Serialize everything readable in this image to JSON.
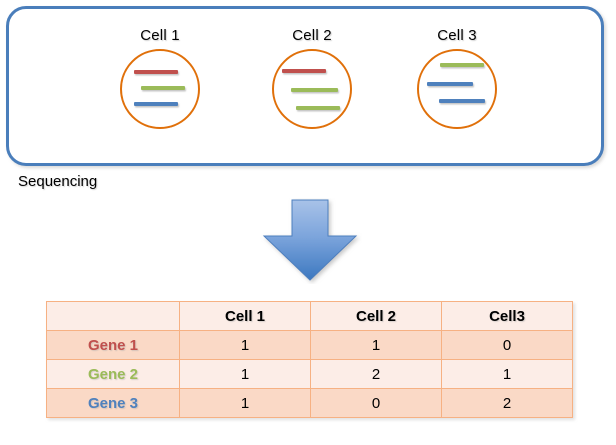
{
  "panel": {
    "name": "single-cell-panel",
    "border_color": "#4A7EBB",
    "caption": "Sequencing"
  },
  "cells": [
    {
      "label": "Cell 1",
      "circle_color": "#E0700A",
      "bars": [
        {
          "gene": "Gene 1",
          "color": "#C0504D"
        },
        {
          "gene": "Gene 2",
          "color": "#9BBB59"
        },
        {
          "gene": "Gene 3",
          "color": "#4F81BD"
        }
      ]
    },
    {
      "label": "Cell 2",
      "circle_color": "#E0700A",
      "bars": [
        {
          "gene": "Gene 1",
          "color": "#C0504D"
        },
        {
          "gene": "Gene 2",
          "color": "#9BBB59"
        },
        {
          "gene": "Gene 2",
          "color": "#9BBB59"
        }
      ]
    },
    {
      "label": "Cell 3",
      "circle_color": "#E0700A",
      "bars": [
        {
          "gene": "Gene 2",
          "color": "#9BBB59"
        },
        {
          "gene": "Gene 3",
          "color": "#4F81BD"
        },
        {
          "gene": "Gene 3",
          "color": "#4F81BD"
        }
      ]
    }
  ],
  "arrow": {
    "name": "down-arrow",
    "direction": "down",
    "color_top": "#9CB9E4",
    "color_bottom": "#3C78C0"
  },
  "matrix": {
    "corner_label": "",
    "columns": [
      "Cell 1",
      "Cell 2",
      "Cell3"
    ],
    "rows": [
      {
        "gene": "Gene 1",
        "color": "#C0504D",
        "values": [
          "1",
          "1",
          "0"
        ]
      },
      {
        "gene": "Gene 2",
        "color": "#9BBB59",
        "values": [
          "1",
          "2",
          "1"
        ]
      },
      {
        "gene": "Gene 3",
        "color": "#4F81BD",
        "values": [
          "1",
          "0",
          "2"
        ]
      }
    ]
  },
  "chart_data": {
    "type": "table",
    "title": "",
    "categories": [
      "Cell 1",
      "Cell 2",
      "Cell3"
    ],
    "series": [
      {
        "name": "Gene 1",
        "values": [
          1,
          1,
          0
        ]
      },
      {
        "name": "Gene 2",
        "values": [
          1,
          2,
          1
        ]
      },
      {
        "name": "Gene 3",
        "values": [
          1,
          0,
          2
        ]
      }
    ],
    "xlabel": "",
    "ylabel": ""
  }
}
